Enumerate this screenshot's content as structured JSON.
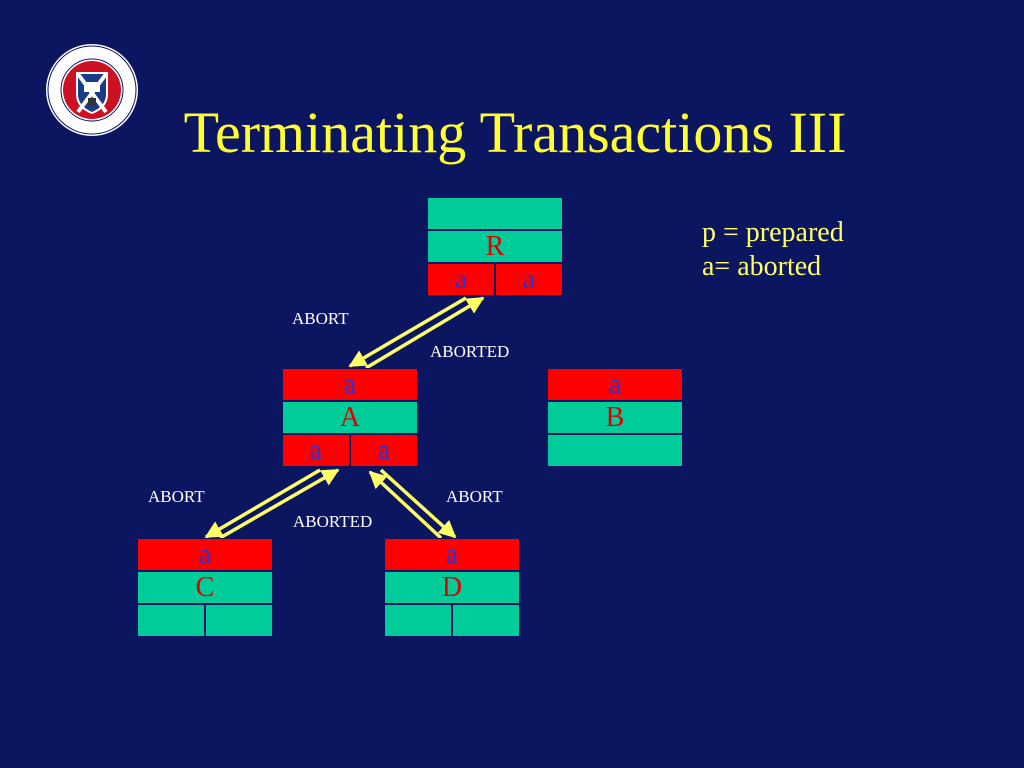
{
  "slide": {
    "title": "Terminating Transactions III"
  },
  "legend": {
    "line1": "p = prepared",
    "line2": "a= aborted"
  },
  "nodes": {
    "R": {
      "name": "R",
      "top_state": "",
      "child_states": [
        "a",
        "a"
      ]
    },
    "A": {
      "name": "A",
      "top_state": "a",
      "child_states": [
        "a",
        "a"
      ]
    },
    "B": {
      "name": "B",
      "top_state": "a"
    },
    "C": {
      "name": "C",
      "top_state": "a",
      "child_states": [
        "",
        ""
      ]
    },
    "D": {
      "name": "D",
      "top_state": "a",
      "child_states": [
        "",
        ""
      ]
    }
  },
  "messages": {
    "r_to_a": "ABORT",
    "a_to_r": "ABORTED",
    "a_to_c": "ABORT",
    "c_to_a": "ABORTED",
    "a_to_d": "ABORT"
  },
  "colors": {
    "background": "#0c1560",
    "title": "#ffff33",
    "arrow": "#ffff66",
    "cell_teal": "#00cc99",
    "cell_red": "#ff0000",
    "name_text": "#e00000",
    "state_text": "#3333cc"
  }
}
